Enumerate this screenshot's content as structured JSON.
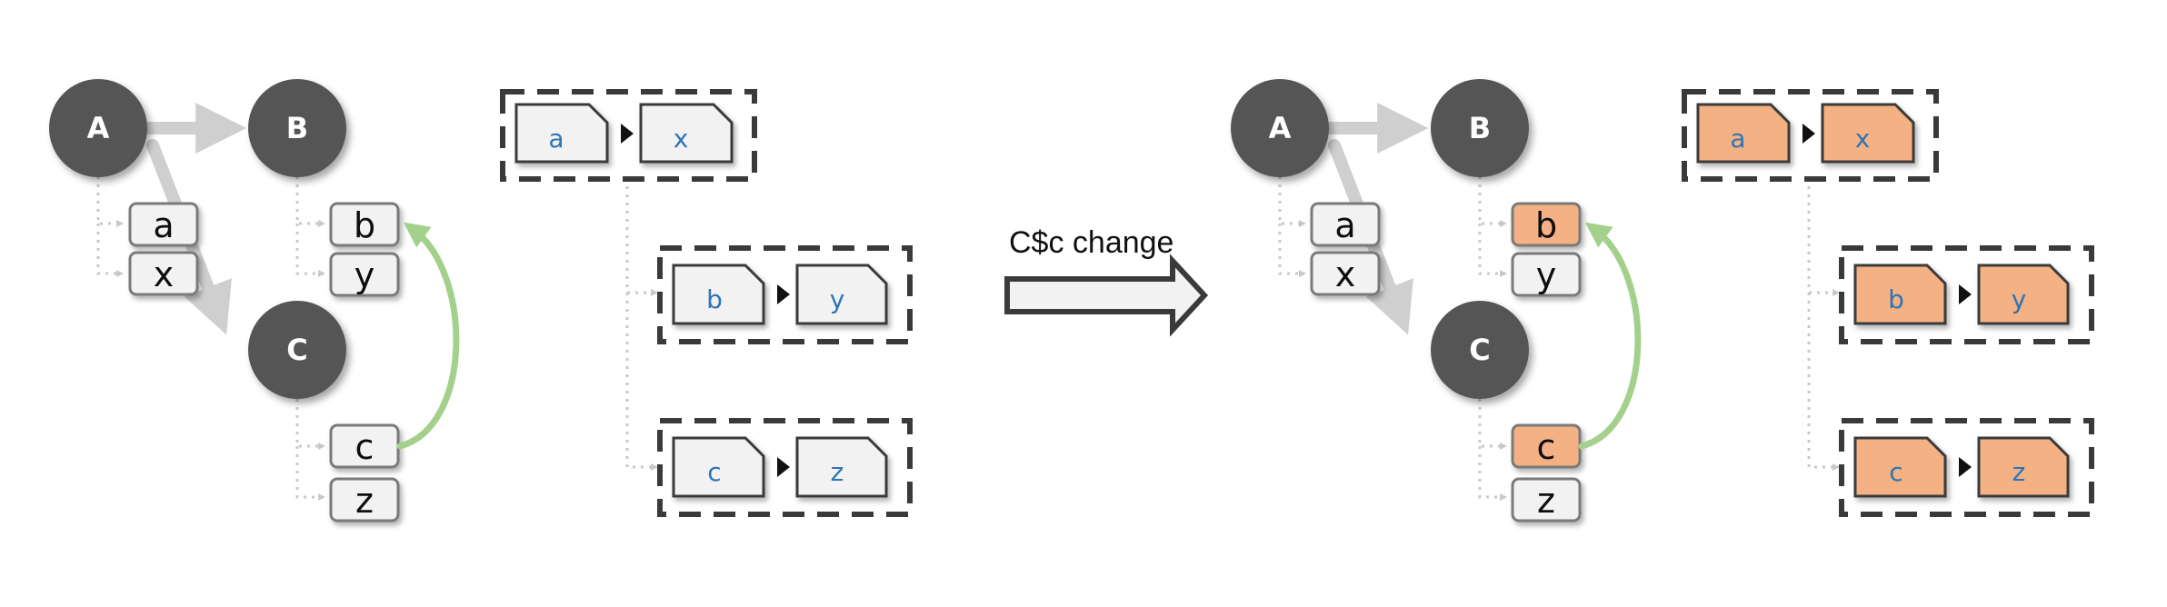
{
  "colors": {
    "node": "#555555",
    "box_default": "#f2f2f2",
    "box_changed": "#f4b183",
    "doc_text": "#2e75b6",
    "green_edge": "#a3d18c",
    "gray_edge": "#cfcfcf"
  },
  "change_label": "C$c change",
  "left": {
    "nodes": [
      "A",
      "B",
      "C"
    ],
    "keys": {
      "a": "a",
      "x": "x",
      "b": "b",
      "y": "y",
      "c": "c",
      "z": "z"
    },
    "docs": [
      {
        "k": "a",
        "v": "x"
      },
      {
        "k": "b",
        "v": "y"
      },
      {
        "k": "c",
        "v": "z"
      }
    ],
    "changed_keys": [],
    "changed_docs": false
  },
  "right": {
    "nodes": [
      "A",
      "B",
      "C"
    ],
    "keys": {
      "a": "a",
      "x": "x",
      "b": "b",
      "y": "y",
      "c": "c",
      "z": "z"
    },
    "docs": [
      {
        "k": "a",
        "v": "x"
      },
      {
        "k": "b",
        "v": "y"
      },
      {
        "k": "c",
        "v": "z"
      }
    ],
    "changed_keys": [
      "b",
      "c"
    ],
    "changed_docs": true
  }
}
